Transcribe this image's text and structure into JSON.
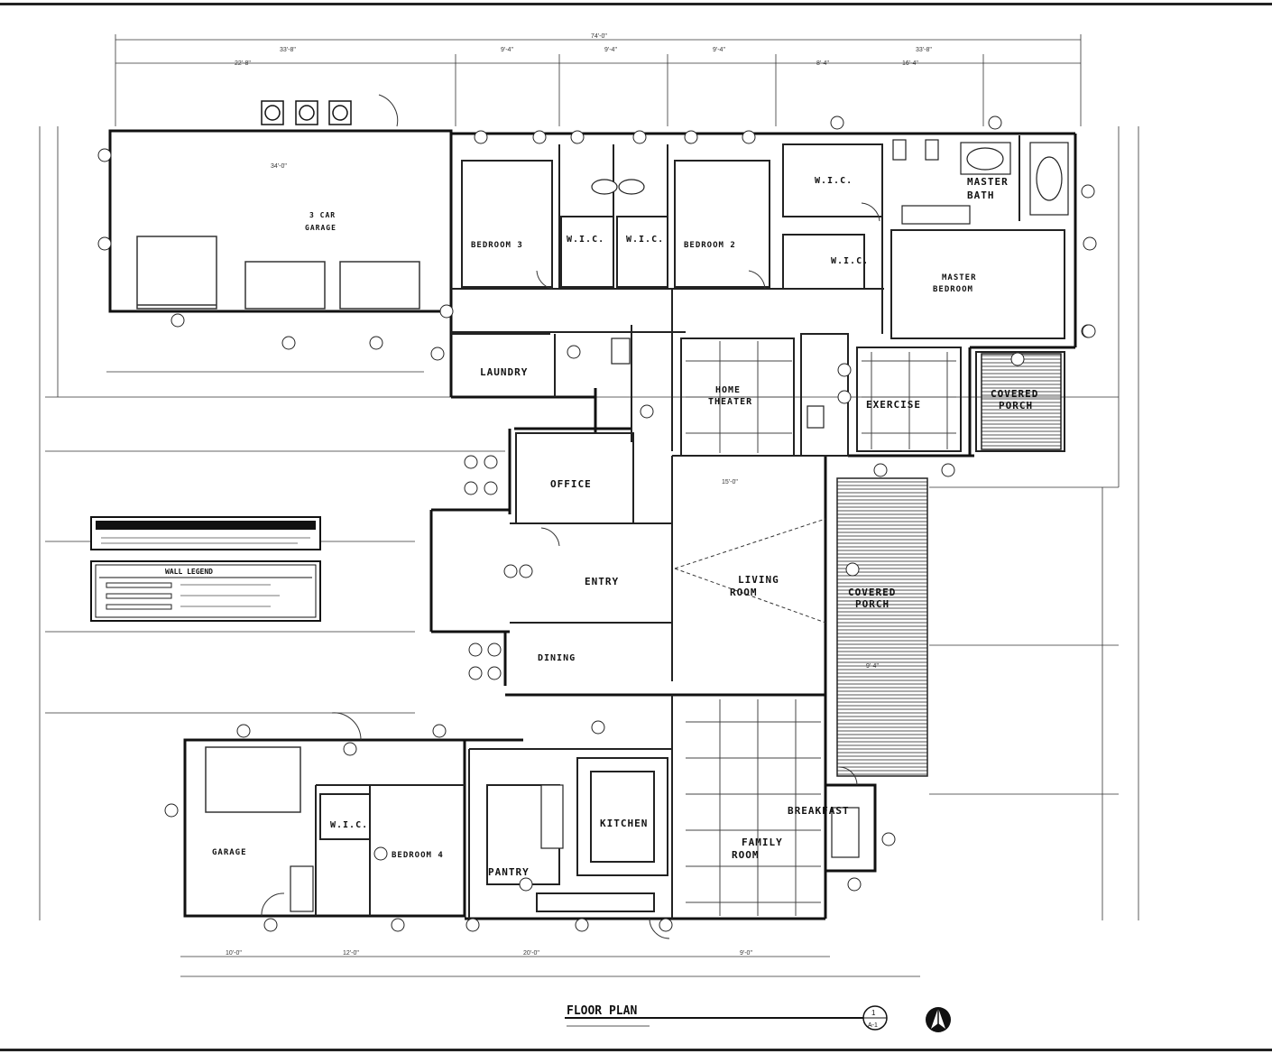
{
  "rooms": {
    "garage_3car_line1": "3 CAR",
    "garage_3car_line2": "GARAGE",
    "bedroom3": "BEDROOM 3",
    "wic_a": "W.I.C.",
    "wic_b": "W.I.C.",
    "bedroom2": "BEDROOM 2",
    "wic_c": "W.I.C.",
    "wic_d": "W.I.C.",
    "master_bath_line1": "MASTER",
    "master_bath_line2": "BATH",
    "master_bedroom_line1": "MASTER",
    "master_bedroom_line2": "BEDROOM",
    "laundry": "LAUNDRY",
    "home_theater_line1": "HOME",
    "home_theater_line2": "THEATER",
    "exercise": "EXERCISE",
    "covered_porch_top_line1": "COVERED",
    "covered_porch_top_line2": "PORCH",
    "office": "OFFICE",
    "entry": "ENTRY",
    "living_room_line1": "LIVING",
    "living_room_line2": "ROOM",
    "covered_porch_side_line1": "COVERED",
    "covered_porch_side_line2": "PORCH",
    "dining": "DINING",
    "garage": "GARAGE",
    "wic_e": "W.I.C.",
    "bedroom4": "BEDROOM 4",
    "kitchen": "KITCHEN",
    "pantry": "PANTRY",
    "breakfast": "BREAKFAST",
    "family_room_line1": "FAMILY",
    "family_room_line2": "ROOM"
  },
  "notes": {
    "wall_legend": "WALL LEGEND"
  },
  "title_block": {
    "title": "FLOOR PLAN",
    "detail_number": "1",
    "sheet_number": "A-1"
  }
}
